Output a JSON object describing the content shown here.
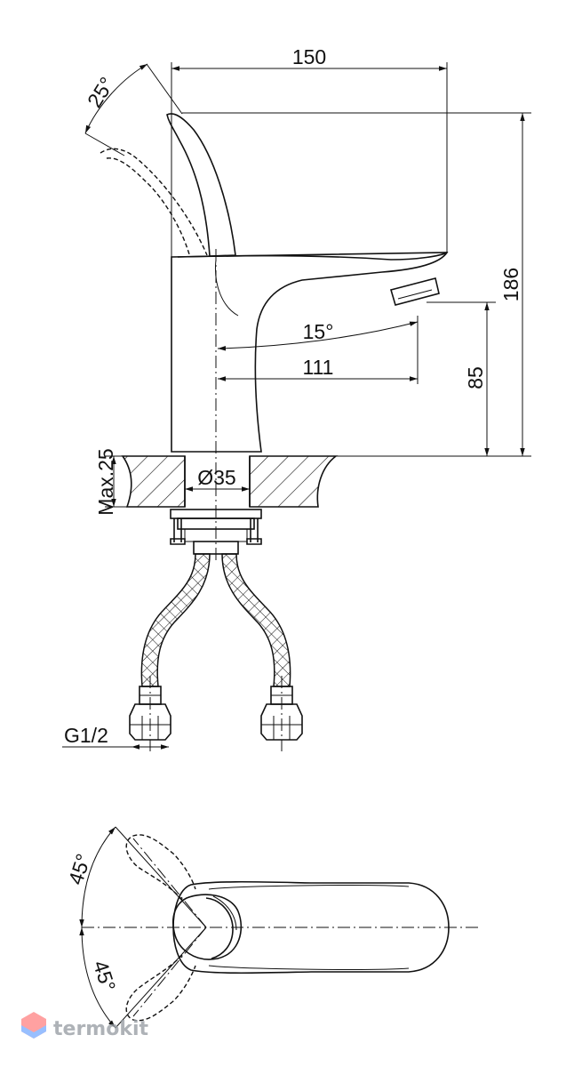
{
  "dimensions": {
    "width": "150",
    "height": "186",
    "spout_height": "85",
    "spout_reach": "111",
    "spout_swivel": "15°",
    "lever_tilt": "25°",
    "hole_diameter": "Ø35",
    "max_thickness": "Max.25",
    "connection": "G1/2",
    "handle_rotation_upper": "45°",
    "handle_rotation_lower": "45°"
  },
  "watermark": {
    "text": "termokit",
    "logo_colors": [
      "#ff6b6b",
      "#5b9bff"
    ]
  }
}
